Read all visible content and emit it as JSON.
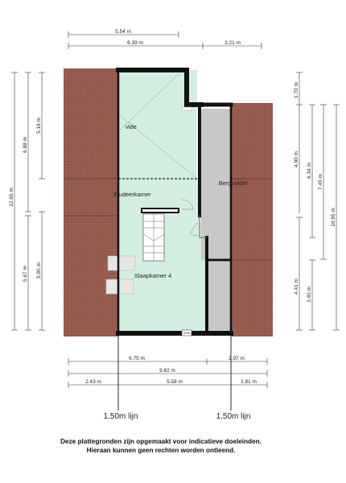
{
  "colors": {
    "roof": "#9a5f52",
    "roof_lines": "#6e3f36",
    "room": "#d3eedf",
    "storage": "#c9c7c7",
    "wall": "#111111",
    "dim_line": "#333333"
  },
  "rooms": {
    "vide": "vide",
    "studeerkamer": "Studeerkamer",
    "bergzolder": "Bergzolder",
    "slaapkamer": "Slaapkamer 4"
  },
  "top_dimensions": {
    "overall": "5.54 m",
    "left": "6.39 m",
    "right": "3.21 m"
  },
  "bottom_dimensions": {
    "row1_left": "6.75 m",
    "row1_right": "2.97 m",
    "row2": "9.82 m",
    "row3_a": "2.43 m",
    "row3_b": "5.58 m",
    "row3_c": "1.81 m"
  },
  "left_dimensions": {
    "total": "12.65 m",
    "upper_outer": "6.88 m",
    "upper_inner": "5.16 m",
    "lower_outer": "5.67 m",
    "lower_inner": "5.95 m"
  },
  "right_dimensions": {
    "d1": "1.70 m",
    "d2": "4.90 m",
    "d3": "6.34 m",
    "d4": "7.45 m",
    "d5": "10.95 m",
    "d6": "4.41 m",
    "d7": "3.40 m"
  },
  "lijn": {
    "left": "1.50m  lijn",
    "right": "1.50m  lijn"
  },
  "heater_tag": "DHW",
  "disclaimer": {
    "line1": "Deze plattegronden zijn opgemaakt voor indicatieve doeleinden.",
    "line2": "Hieraan kunnen geen rechten worden ontleend."
  }
}
